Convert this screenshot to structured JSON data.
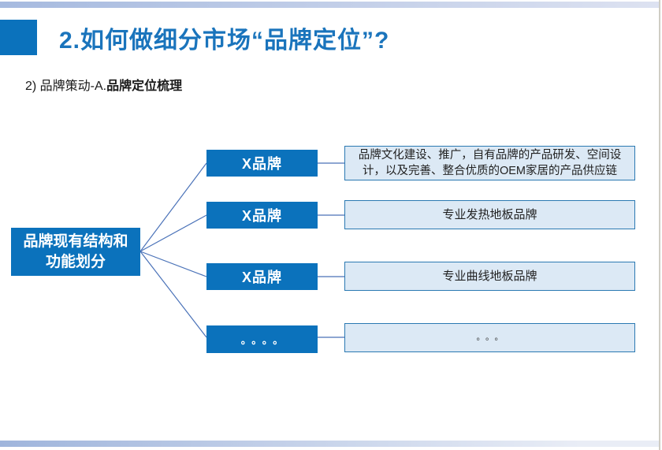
{
  "header": {
    "title": "2.如何做细分市场“品牌定位”?",
    "subtitle_prefix": "2)  品牌策动-A.",
    "subtitle_bold": "品牌定位梳理"
  },
  "diagram": {
    "root_label": "品牌现有结构和功能划分",
    "rows": [
      {
        "brand": "X品牌",
        "description": "品牌文化建设、推广，自有品牌的产品研发、空间设计，以及完善、整合优质的OEM家居的产品供应链"
      },
      {
        "brand": "X品牌",
        "description": "专业发热地板品牌"
      },
      {
        "brand": "X品牌",
        "description": "专业曲线地板品牌"
      },
      {
        "brand": "。。。。",
        "description": "。。。"
      }
    ]
  },
  "colors": {
    "accent_blue": "#0B72BC",
    "title_blue": "#1A74BC",
    "light_box_fill": "#DCE9F5",
    "light_box_border": "#2B79B2",
    "connector": "#4A72B8",
    "top_bar_left": "#A6BADF",
    "top_bar_right": "#DDE2F1",
    "bottom_bar_left": "#9FB5DC",
    "bottom_bar_right": "#E9EDF6"
  }
}
